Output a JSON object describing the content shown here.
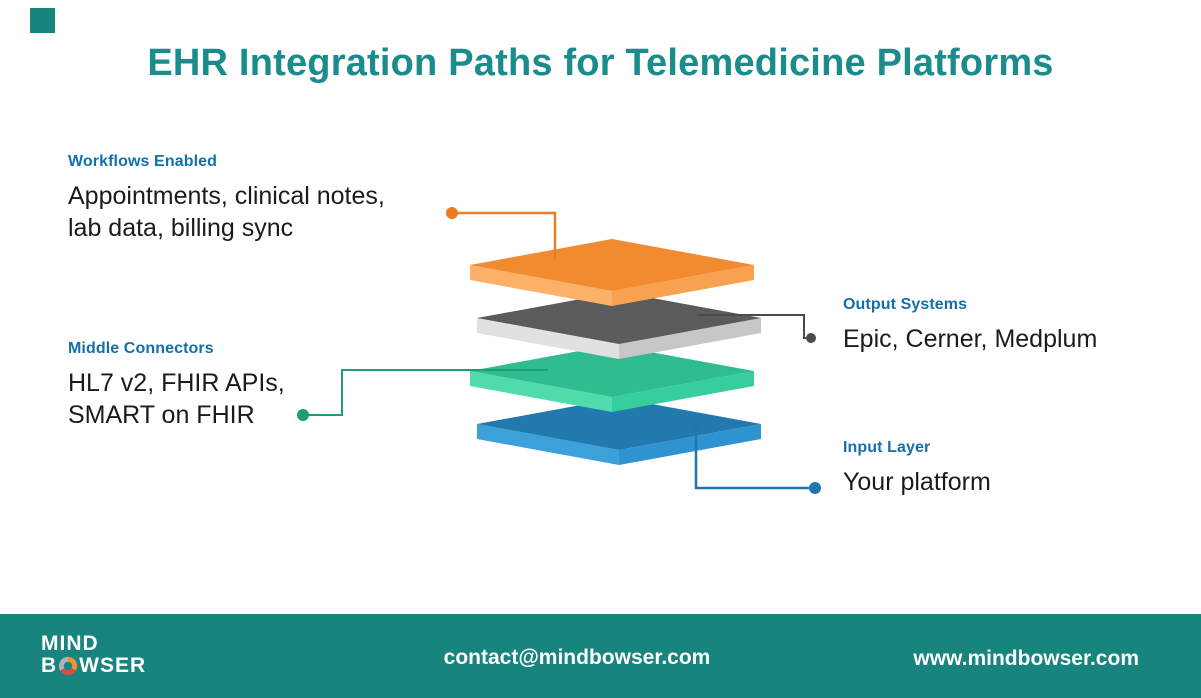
{
  "title": "EHR Integration Paths for Telemedicine Platforms",
  "title_color": "#1B8C8C",
  "corner_accent_color": "#17847E",
  "label_color": "#1470A8",
  "callouts": [
    {
      "label": "Workflows Enabled",
      "line1": "Appointments, clinical notes,",
      "line2": "lab data, billing sync",
      "connector_color": "#E87D25"
    },
    {
      "label": "Output Systems",
      "line1": "Epic, Cerner, Medplum",
      "connector_color": "#4A4A4A"
    },
    {
      "label": "Middle Connectors",
      "line1": "HL7 v2, FHIR APIs,",
      "line2": "SMART on FHIR",
      "connector_color": "#1E9E76"
    },
    {
      "label": "Input Layer",
      "line1": "Your platform",
      "connector_color": "#2176AC"
    }
  ],
  "layers": [
    {
      "role": "Workflows Enabled",
      "top": "#F28B30",
      "left": "#FBB168",
      "right": "#F8A14E"
    },
    {
      "role": "Output Systems",
      "top": "#5B5B5B",
      "left": "#E1E1E1",
      "right": "#C7C7C7"
    },
    {
      "role": "Middle Connectors",
      "top": "#2EBD90",
      "left": "#4FDBAB",
      "right": "#36CE9C"
    },
    {
      "role": "Input Layer",
      "top": "#2279AE",
      "left": "#3BA1D8",
      "right": "#2E93CE"
    }
  ],
  "footer": {
    "bg_color": "#17847E",
    "logo_line1": "MIND",
    "logo_line2_pre": "B",
    "logo_line2_post": "WSER",
    "email": "contact@mindbowser.com",
    "website": "www.mindbowser.com"
  }
}
